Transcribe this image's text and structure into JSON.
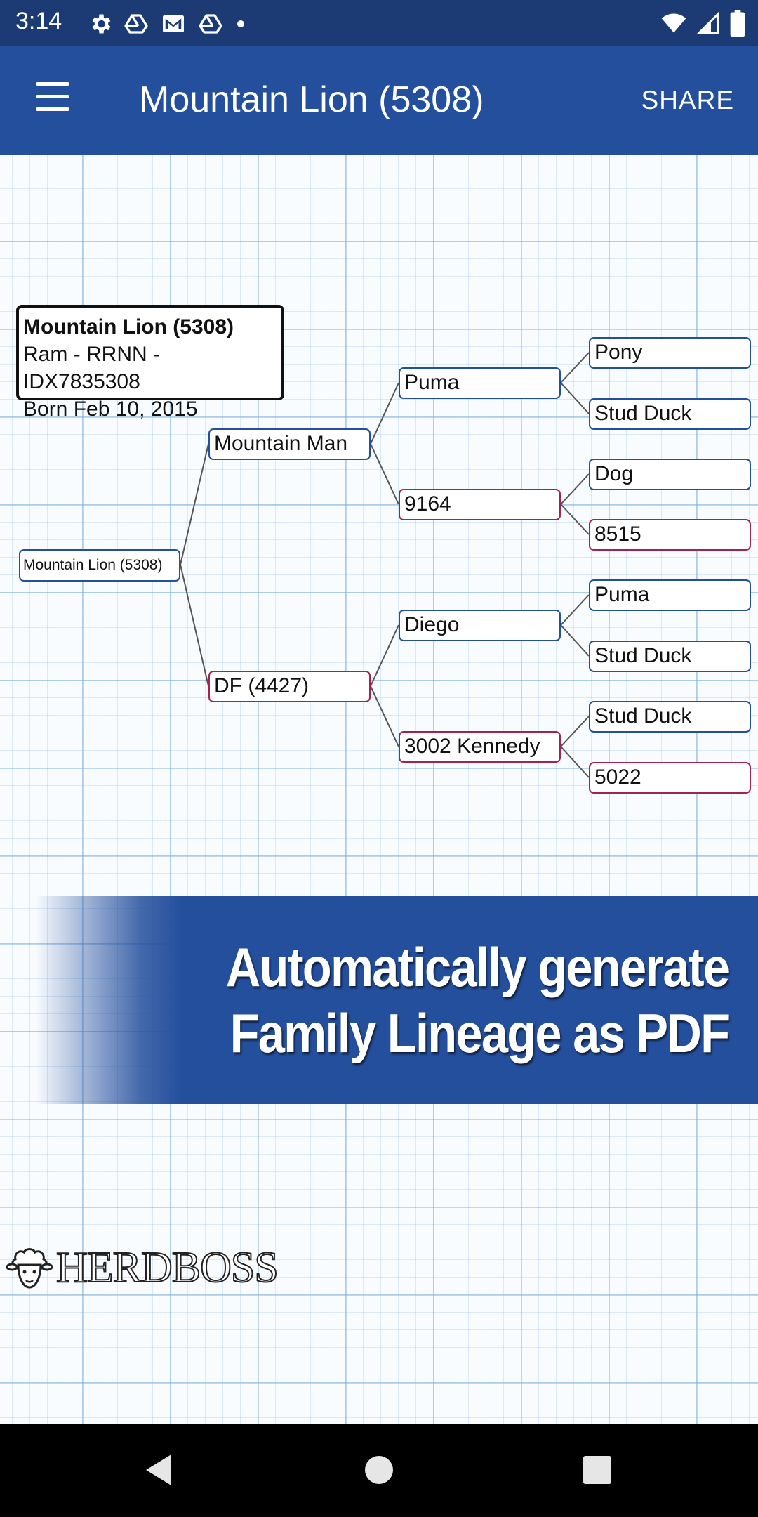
{
  "status_bar": {
    "time": "3:14",
    "left_icons": [
      "gear-icon",
      "drive-icon",
      "gmail-icon",
      "drive-icon",
      "dot-icon"
    ],
    "right_icons": [
      "wifi-icon",
      "signal-icon",
      "battery-icon"
    ]
  },
  "app_bar": {
    "menu_icon": "hamburger-menu-icon",
    "title": "Mountain Lion (5308)",
    "share_label": "SHARE"
  },
  "info_box": {
    "name": "Mountain Lion (5308)",
    "details": "Ram - RRNN - IDX7835308",
    "born": "Born Feb 10, 2015"
  },
  "pedigree": {
    "root": {
      "label": "Mountain Lion (5308)",
      "sex": "male"
    },
    "sire": {
      "label": "Mountain Man",
      "sex": "male"
    },
    "dam": {
      "label": "DF (4427)",
      "sex": "female"
    },
    "sire_sire": {
      "label": "Puma",
      "sex": "male"
    },
    "sire_dam": {
      "label": "9164",
      "sex": "female"
    },
    "dam_sire": {
      "label": "Diego",
      "sex": "male"
    },
    "dam_dam": {
      "label": "3002 Kennedy",
      "sex": "female"
    },
    "gen3": [
      {
        "label": "Pony",
        "sex": "male"
      },
      {
        "label": "Stud Duck",
        "sex": "male"
      },
      {
        "label": "Dog",
        "sex": "male"
      },
      {
        "label": "8515",
        "sex": "female"
      },
      {
        "label": "Puma",
        "sex": "male"
      },
      {
        "label": "Stud Duck",
        "sex": "male"
      },
      {
        "label": "Stud Duck",
        "sex": "male"
      },
      {
        "label": "5022",
        "sex": "female"
      }
    ]
  },
  "colors": {
    "male_border": "#244f9d",
    "female_border": "#a3234f",
    "app_bar": "#244f9d",
    "status_bar": "#1c3b75"
  },
  "promo": {
    "line1": "Automatically generate",
    "line2": "Family Lineage as PDF"
  },
  "logo": {
    "icon": "sheep-face-icon",
    "text": "HERDBOSS"
  },
  "nav_bar": {
    "buttons": [
      "back-icon",
      "home-icon",
      "recents-icon"
    ]
  }
}
